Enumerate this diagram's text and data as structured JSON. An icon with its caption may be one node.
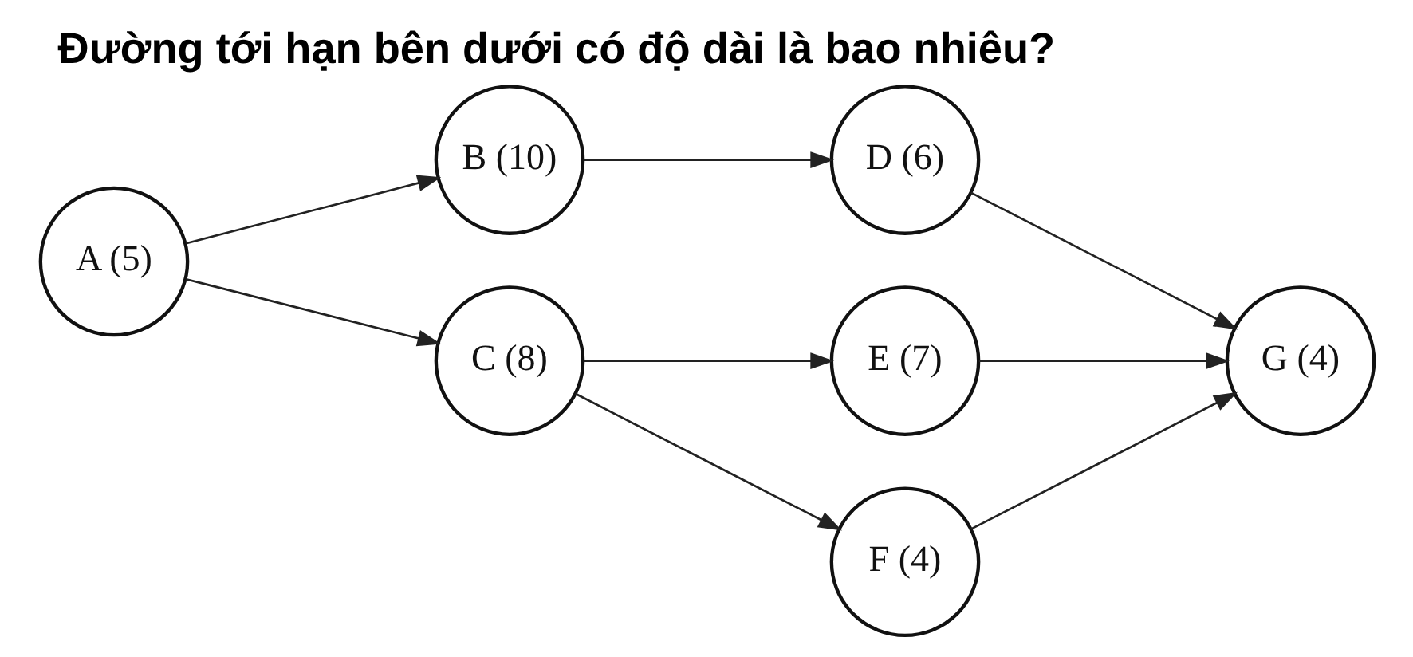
{
  "diagram": {
    "title": "Đường tới hạn bên dưới có độ dài là bao nhiêu?",
    "nodes": [
      {
        "text": [
          "A (5)"
        ]
      },
      {
        "text": [
          "B (10)"
        ]
      },
      {
        "text": [
          "C (8)"
        ]
      },
      {
        "text": [
          "D (6)"
        ]
      },
      {
        "text": [
          "E (7)"
        ]
      },
      {
        "text": [
          "F (4)"
        ]
      },
      {
        "text": [
          "G (4)"
        ]
      }
    ],
    "edges": [
      {
        "from": 0,
        "to": 1,
        "arrow": "to"
      },
      {
        "from": 0,
        "to": 2,
        "arrow": "to"
      },
      {
        "from": 1,
        "to": 3,
        "arrow": "to"
      },
      {
        "from": 2,
        "to": 4,
        "arrow": "to"
      },
      {
        "from": 2,
        "to": 5,
        "arrow": "to"
      },
      {
        "from": 3,
        "to": 6,
        "arrow": "to"
      },
      {
        "from": 4,
        "to": 6,
        "arrow": "to"
      },
      {
        "from": 5,
        "to": 6,
        "arrow": "to"
      }
    ]
  }
}
